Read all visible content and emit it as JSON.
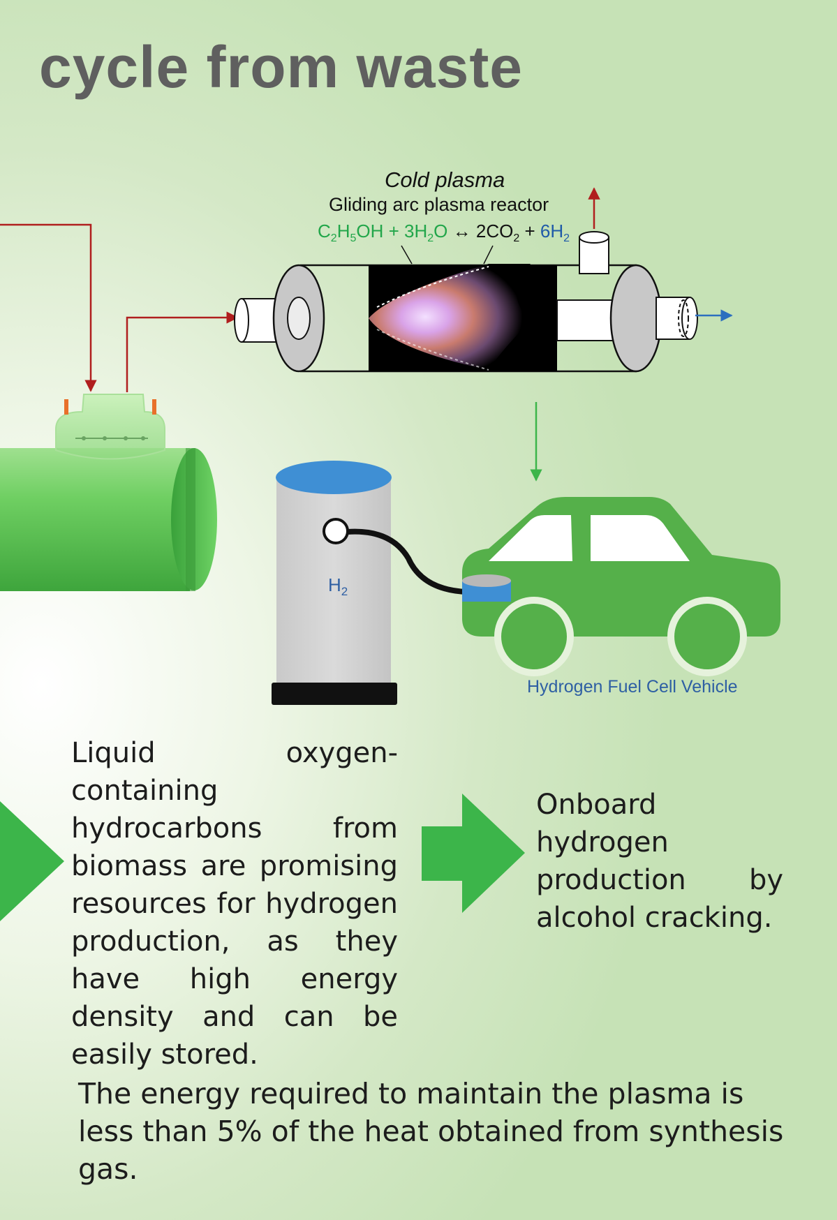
{
  "title": "cycle from waste",
  "reactor": {
    "mode_label": "Cold plasma",
    "name": "Gliding arc plasma reactor"
  },
  "equation": {
    "r1_a": "C",
    "r1_s1": "2",
    "r1_b": "H",
    "r1_s2": "5",
    "r1_c": "OH",
    "plus1": " + ",
    "r2_a": "3H",
    "r2_s": "2",
    "r2_b": "O",
    "arrow": " ↔ ",
    "p1_a": "2CO",
    "p1_s": "2",
    "plus2": " + ",
    "p2_a": "6H",
    "p2_s": "2"
  },
  "station_label": {
    "base": "H",
    "sub": "2"
  },
  "vehicle_label": "Hydrogen Fuel Cell Vehicle",
  "text_left": "Liquid oxygen-containing hydrocarbons from biomass are promising resources for hydrogen production, as they have high energy density and can be easily stored.",
  "text_right": "Onboard hydrogen production by alcohol cracking.",
  "text_bottom": "The energy required to maintain the plasma is less than 5% of the heat obtained from synthesis gas.",
  "colors": {
    "title": "#5f5f5f",
    "feed_arrow": "#b01e1e",
    "hydrogen_arrow": "#2c6fbf",
    "flow_arrow_green": "#3cb54a",
    "tank_green": "#5ec45a",
    "car_green": "#55b04a",
    "station_top": "#3f8fd4",
    "station_body": "#d2d2d2"
  }
}
